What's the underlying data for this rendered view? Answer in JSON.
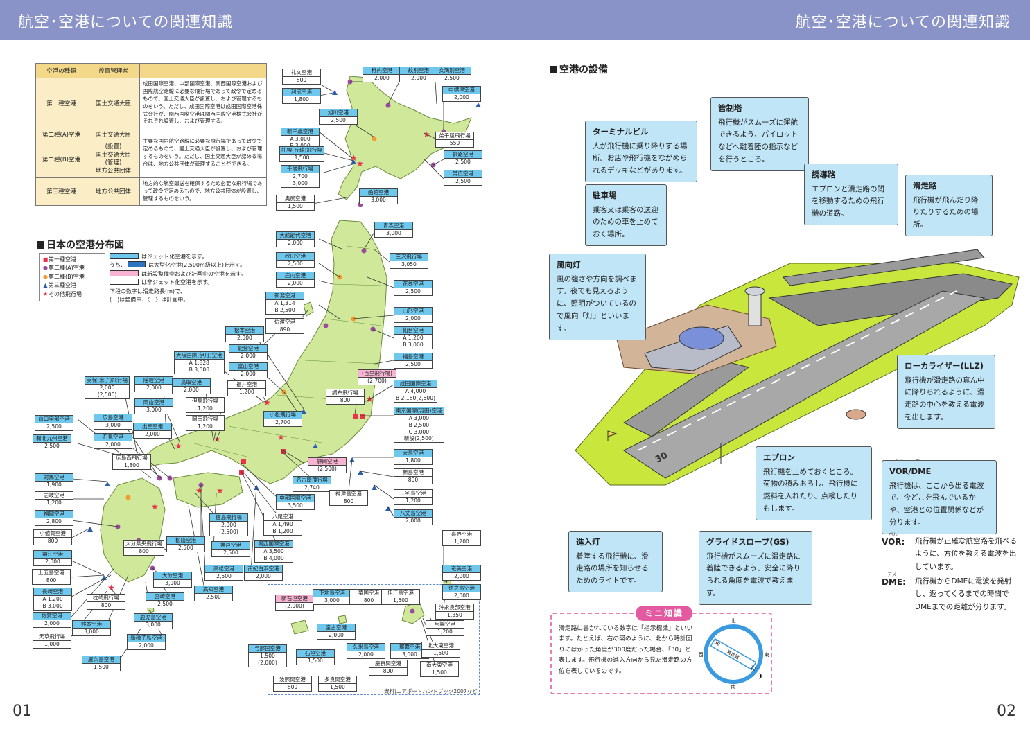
{
  "header": {
    "title_left": "航空･空港についての関連知識",
    "title_right": "航空･空港についての関連知識"
  },
  "pages": {
    "left": "01",
    "right": "02"
  },
  "types_table": {
    "headers": [
      "空港の種類",
      "設置管理者"
    ],
    "rows": [
      {
        "type": "第一種空港",
        "admin": "国土交通大臣",
        "desc": "成田国際空港、中部国際空港、関西国際空港および国際航空路線に必要な飛行場であって政令で定めるもので、国土交通大臣が設置し、および管理するものをいう。ただし、成田国際空港は成田国際空港株式会社が、関西国際空港は関西国際空港株式会社がそれぞれ設置し、および管理する。"
      },
      {
        "type": "第二種(A)空港",
        "admin": "国土交通大臣",
        "desc": "主要な国内航空路線に必要な飛行場であって政令で定めるもので、国土交通大臣が設置し、および管理するものをいう。ただし、国土交通大臣が認める場合は、地方公共団体が管理することができる。"
      },
      {
        "type": "第二種(B)空港",
        "admin": "(設置)\n国土交通大臣\n(管理)\n地方公共団体"
      },
      {
        "type": "第三種空港",
        "admin": "地方公共団体",
        "desc": "地方的な航空運送を確保するため必要な飛行場であって政令で定めるもので、地方公共団体が設置し、管理するものをいう。"
      }
    ]
  },
  "map_title": "日本の空港分布図",
  "legend": {
    "items": [
      {
        "symbol": "■",
        "color": "#e8334a",
        "label": "第一種空港"
      },
      {
        "symbol": "●",
        "color": "#9b4b9e",
        "label": "第二種(A)空港"
      },
      {
        "symbol": "●",
        "color": "#f29b30",
        "label": "第二種(B)空港"
      },
      {
        "symbol": "▲",
        "color": "#2a5fb0",
        "label": "第三種空港"
      },
      {
        "symbol": "★",
        "color": "#e8334a",
        "label": "その他飛行場"
      }
    ],
    "notes": [
      "はジェット化空港を示す。",
      "うち、",
      "は大型化空港(2,500m級以上)を示す。",
      "は新設整備中および計画中の空港を示す。",
      "は非ジェット化空港を示す。",
      "下段の数字は滑走路長(m)で、",
      "(　)は整備中、〈　〉は計画中。"
    ]
  },
  "airports": [
    {
      "name": "礼文空港",
      "val": "800",
      "kind": "white"
    },
    {
      "name": "利尻空港",
      "val": "1,800",
      "kind": "blue"
    },
    {
      "name": "稚内空港",
      "val": "2,000",
      "kind": "blue"
    },
    {
      "name": "紋別空港",
      "val": "2,000",
      "kind": "blue"
    },
    {
      "name": "女満別空港",
      "val": "2,500",
      "kind": "blue"
    },
    {
      "name": "中標津空港",
      "val": "2,000",
      "kind": "blue"
    },
    {
      "name": "旭川空港",
      "val": "2,500",
      "kind": "blue"
    },
    {
      "name": "新千歳空港",
      "val": "A 3,000\nB 3,000",
      "kind": "blue"
    },
    {
      "name": "弟子屈飛行場",
      "val": "550",
      "kind": "white"
    },
    {
      "name": "札幌(丘珠)飛行場",
      "val": "1,500",
      "kind": "blue"
    },
    {
      "name": "釧路空港",
      "val": "2,500",
      "kind": "blue"
    },
    {
      "name": "千歳飛行場",
      "val": "2,700\n3,000",
      "kind": "blue"
    },
    {
      "name": "帯広空港",
      "val": "2,500",
      "kind": "blue"
    },
    {
      "name": "奥尻空港",
      "val": "1,500",
      "kind": "white"
    },
    {
      "name": "函館空港",
      "val": "3,000",
      "kind": "blue"
    },
    {
      "name": "青森空港",
      "val": "3,000",
      "kind": "blue"
    },
    {
      "name": "大館能代空港",
      "val": "2,000",
      "kind": "blue"
    },
    {
      "name": "三沢飛行場",
      "val": "3,050",
      "kind": "blue"
    },
    {
      "name": "秋田空港",
      "val": "2,500",
      "kind": "blue"
    },
    {
      "name": "庄内空港",
      "val": "2,000",
      "kind": "blue"
    },
    {
      "name": "花巻空港",
      "val": "2,500",
      "kind": "blue"
    },
    {
      "name": "新潟空港",
      "val": "A 1,314\nB 2,500",
      "kind": "blue"
    },
    {
      "name": "山形空港",
      "val": "2,000",
      "kind": "blue"
    },
    {
      "name": "佐渡空港",
      "val": "890",
      "kind": "white"
    },
    {
      "name": "仙台空港",
      "val": "A 1,200\nB 3,000",
      "kind": "blue"
    },
    {
      "name": "松本空港",
      "val": "2,000",
      "kind": "blue"
    },
    {
      "name": "能登空港",
      "val": "2,000",
      "kind": "blue"
    },
    {
      "name": "福島空港",
      "val": "2,500",
      "kind": "blue"
    },
    {
      "name": "大阪国際(伊丹)空港",
      "val": "A 1,828\nB 3,000",
      "kind": "blue"
    },
    {
      "name": "富山空港",
      "val": "2,000",
      "kind": "blue"
    },
    {
      "name": "(百里飛行場)",
      "val": "(2,700)",
      "kind": "pink"
    },
    {
      "name": "美保(米子)飛行場",
      "val": "2,000\n(2,500)",
      "kind": "blue"
    },
    {
      "name": "隠岐空港",
      "val": "2,000",
      "kind": "blue"
    },
    {
      "name": "鳥取空港",
      "val": "2,000",
      "kind": "blue"
    },
    {
      "name": "福井空港",
      "val": "1,200",
      "kind": "white"
    },
    {
      "name": "成田国際空港",
      "val": "A 4,000\nB 2,180(2,500)",
      "kind": "blue"
    },
    {
      "name": "岡山空港",
      "val": "3,000",
      "kind": "blue"
    },
    {
      "name": "但馬飛行場",
      "val": "1,200",
      "kind": "white"
    },
    {
      "name": "調布飛行場",
      "val": "800",
      "kind": "white"
    },
    {
      "name": "東京国際(羽田)空港",
      "val": "A 3,000\nB 2,500\nC 3,000\n新設(2,500)",
      "kind": "blue"
    },
    {
      "name": "山口宇部空港",
      "val": "2,500",
      "kind": "blue"
    },
    {
      "name": "広島空港",
      "val": "3,000",
      "kind": "blue"
    },
    {
      "name": "岡南飛行場",
      "val": "1,200",
      "kind": "white"
    },
    {
      "name": "小松飛行場",
      "val": "2,700",
      "kind": "blue"
    },
    {
      "name": "新北九州空港",
      "val": "2,500",
      "kind": "blue"
    },
    {
      "name": "石見空港",
      "val": "2,000",
      "kind": "blue"
    },
    {
      "name": "出雲空港",
      "val": "2,000",
      "kind": "blue"
    },
    {
      "name": "大島空港",
      "val": "1,800",
      "kind": "blue"
    },
    {
      "name": "広島西飛行場",
      "val": "1,800",
      "kind": "white"
    },
    {
      "name": "静岡空港",
      "val": "(2,500)",
      "kind": "pink"
    },
    {
      "name": "新島空港",
      "val": "800",
      "kind": "white"
    },
    {
      "name": "対馬空港",
      "val": "1,900",
      "kind": "blue"
    },
    {
      "name": "名古屋飛行場",
      "val": "2,740",
      "kind": "blue"
    },
    {
      "name": "壱岐空港",
      "val": "1,200",
      "kind": "white"
    },
    {
      "name": "中部国際空港",
      "val": "3,500",
      "kind": "blue"
    },
    {
      "name": "神津島空港",
      "val": "800",
      "kind": "white"
    },
    {
      "name": "三宅島空港",
      "val": "1,200",
      "kind": "white"
    },
    {
      "name": "福岡空港",
      "val": "2,800",
      "kind": "blue"
    },
    {
      "name": "八尾空港",
      "val": "A 1,490\nB 1,200",
      "kind": "white"
    },
    {
      "name": "八丈島空港",
      "val": "2,000",
      "kind": "blue"
    },
    {
      "name": "徳島飛行場",
      "val": "2,000\n(2,500)",
      "kind": "blue"
    },
    {
      "name": "小値賀空港",
      "val": "800",
      "kind": "white"
    },
    {
      "name": "松山空港",
      "val": "2,500",
      "kind": "blue"
    },
    {
      "name": "大分県央飛行場",
      "val": "800",
      "kind": "white"
    },
    {
      "name": "神戸空港",
      "val": "2,500",
      "kind": "blue"
    },
    {
      "name": "関西国際空港",
      "val": "A 3,500\nB 4,000",
      "kind": "blue"
    },
    {
      "name": "喜界空港",
      "val": "1,200",
      "kind": "white"
    },
    {
      "name": "福江空港",
      "val": "2,000",
      "kind": "blue"
    },
    {
      "name": "上五島空港",
      "val": "800",
      "kind": "white"
    },
    {
      "name": "高松空港",
      "val": "2,500",
      "kind": "blue"
    },
    {
      "name": "南紀白浜空港",
      "val": "2,000",
      "kind": "blue"
    },
    {
      "name": "大分空港",
      "val": "3,000",
      "kind": "blue"
    },
    {
      "name": "奄美空港",
      "val": "2,000",
      "kind": "blue"
    },
    {
      "name": "長崎空港",
      "val": "A 1,200\nB 3,000",
      "kind": "blue"
    },
    {
      "name": "高知空港",
      "val": "2,500",
      "kind": "blue"
    },
    {
      "name": "徳之島空港",
      "val": "2,000",
      "kind": "blue"
    },
    {
      "name": "枕崎飛行場",
      "val": "800",
      "kind": "white"
    },
    {
      "name": "宮崎空港",
      "val": "2,500",
      "kind": "blue"
    },
    {
      "name": "新石垣空港",
      "val": "(2,000)",
      "kind": "pink"
    },
    {
      "name": "下地島空港",
      "val": "3,000",
      "kind": "blue"
    },
    {
      "name": "粟国空港",
      "val": "800",
      "kind": "white"
    },
    {
      "name": "伊江島空港",
      "val": "1,500",
      "kind": "white"
    },
    {
      "name": "沖永良部空港",
      "val": "1,350",
      "kind": "white"
    },
    {
      "name": "佐賀空港",
      "val": "2,000",
      "kind": "blue"
    },
    {
      "name": "熊本空港",
      "val": "3,000",
      "kind": "blue"
    },
    {
      "name": "鹿児島空港",
      "val": "3,000",
      "kind": "blue"
    },
    {
      "name": "与論空港",
      "val": "1,200",
      "kind": "white"
    },
    {
      "name": "天草飛行場",
      "val": "1,000",
      "kind": "white"
    },
    {
      "name": "新種子島空港",
      "val": "2,000",
      "kind": "blue"
    },
    {
      "name": "宮古空港",
      "val": "2,000",
      "kind": "blue"
    },
    {
      "name": "与那国空港",
      "val": "1,500\n(2,000)",
      "kind": "blue"
    },
    {
      "name": "石垣空港",
      "val": "1,500",
      "kind": "blue"
    },
    {
      "name": "久米島空港",
      "val": "2,000",
      "kind": "blue"
    },
    {
      "name": "那覇空港",
      "val": "3,000",
      "kind": "blue"
    },
    {
      "name": "北大東空港",
      "val": "1,500",
      "kind": "white"
    },
    {
      "name": "屋久島空港",
      "val": "1,500",
      "kind": "blue"
    },
    {
      "name": "慶良間空港",
      "val": "800",
      "kind": "white"
    },
    {
      "name": "南大東空港",
      "val": "1,500",
      "kind": "white"
    },
    {
      "name": "波照間空港",
      "val": "800",
      "kind": "white"
    },
    {
      "name": "多良間空港",
      "val": "1,500",
      "kind": "white"
    }
  ],
  "source_note": "資料)エアポートハンドブック2007など",
  "facilities_title": "空港の設備",
  "callouts": [
    {
      "title": "管制塔",
      "body": "飛行機がスムーズに運航できるよう、パイロットなどへ離着陸の指示などを行うところ。"
    },
    {
      "title": "ターミナルビル",
      "body": "人が飛行機に乗り降りする場所。お店や飛行機をながめられるデッキなどがあります。"
    },
    {
      "title": "誘導路",
      "body": "エプロンと滑走路の間を移動するための飛行機の道路。"
    },
    {
      "title": "滑走路",
      "body": "飛行機が飛んだり降りたりするための場所。"
    },
    {
      "title": "駐車場",
      "body": "乗客又は乗客の送迎のための車を止めておく場所。"
    },
    {
      "title": "風向灯",
      "body": "風の強さや方向を調べます。夜でも見えるように、照明がついているので風向「灯」といいます。"
    },
    {
      "title": "ローカライザー(LLZ)",
      "body": "飛行機が滑走路の真ん中に降りられるように、滑走路の中心を教える電波を出します。"
    },
    {
      "title": "エプロン",
      "body": "飛行機を止めておくところ。荷物の積みおろし、飛行機に燃料を入れたり、点検したりもします。"
    },
    {
      "title": "VOR/DME",
      "body": "飛行機は、ここから出る電波で、今どこを飛んでいるかや、空港との位置関係などが分ります。"
    },
    {
      "title": "進入灯",
      "body": "着陸する飛行機に、滑走路の場所を知らせるためのライトです。"
    },
    {
      "title": "グライドスロープ(GS)",
      "body": "飛行機がスムーズに滑走路に着陸できるよう、安全に降りられる角度を電波で教えます。"
    }
  ],
  "ruby": {
    "vor": "ボル",
    "dme": "デメ"
  },
  "notes": [
    {
      "key": "VOR:",
      "text": "飛行機が正確な航空路を飛べるように、方位を教える電波を出しています。"
    },
    {
      "key": "DME:",
      "text": "飛行機からDMEに電波を発射し、返ってくるまでの時間でDMEまでの距離が分ります。"
    }
  ],
  "runway_label": "30",
  "mini": {
    "badge": "ミニ知識",
    "text": "滑走路に書かれている数字は「指示標識」といいます。たとえば、右の図のように、北から時計回りにはかった角度が300度だった場合、「30」と表します。飛行機の進入方向から見た滑走路の方位を表しているのです。",
    "compass": {
      "n": "北",
      "s": "南",
      "e": "東",
      "w": "西",
      "runway": "滑走路",
      "num1": "30",
      "num2": "12"
    }
  },
  "colors": {
    "header": "#8a93c8",
    "callout": "#bfe5f7",
    "land": "#cfe89a",
    "grass": "#c8e63c",
    "sea_label": "#6ec8ee",
    "pink": "#f7b3d1"
  }
}
